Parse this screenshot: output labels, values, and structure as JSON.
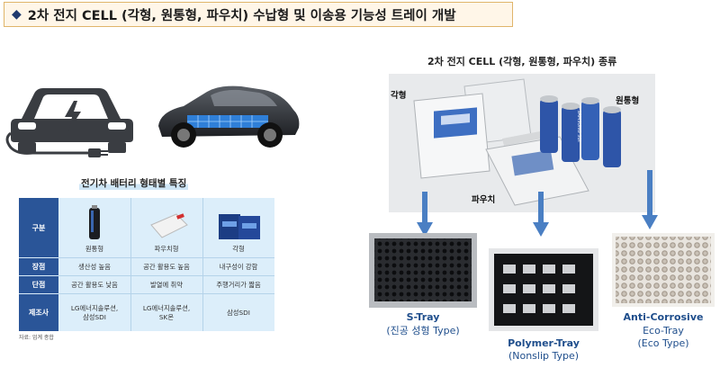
{
  "title": "2차 전지 CELL (각형, 원통형, 파우치) 수납형  및 이송용 기능성 트레이 개발",
  "left": {
    "table_title": "전기차 배터리 형태별 특징",
    "table": {
      "row_headers": [
        "구분",
        "장점",
        "단점",
        "제조사"
      ],
      "types": [
        "원통형",
        "파우치형",
        "각형"
      ],
      "pros": [
        "생산성 높음",
        "공간 활용도 높음",
        "내구성이 강함"
      ],
      "cons": [
        "공간 활용도 낮음",
        "발열에 취약",
        "주행거리가 짧음"
      ],
      "makers": [
        [
          "LG에너지솔루션,",
          "삼성SDI"
        ],
        [
          "LG에너지솔루션,",
          "SK온"
        ],
        [
          "삼성SDI"
        ]
      ]
    },
    "source": "자료: 업계 종합"
  },
  "right": {
    "title": "2차 전지 CELL (각형, 원통형, 파우치) 종류",
    "photo_labels": {
      "prismatic": "각형",
      "cylindrical": "원통형",
      "pouch": "파우치"
    },
    "cell_brand": "SAMSUNG SDI",
    "trays": [
      {
        "name": "S-Tray",
        "sub": [
          "(진공 성형 Type)"
        ]
      },
      {
        "name": "Polymer-Tray",
        "sub": [
          "(Nonslip Type)"
        ]
      },
      {
        "name": "Anti-Corrosive",
        "sub": [
          "Eco-Tray",
          "(Eco Type)"
        ]
      }
    ]
  }
}
